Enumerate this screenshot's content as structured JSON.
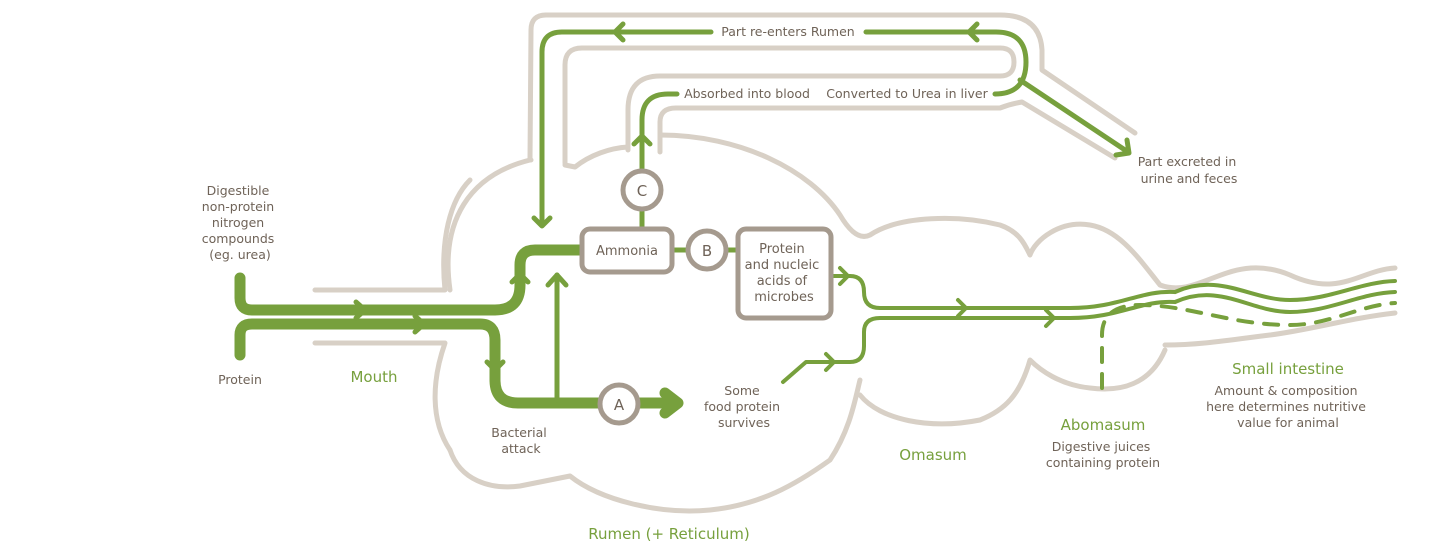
{
  "title": "Protein digestion in the ruminant",
  "colors": {
    "flow": "#77a03d",
    "outline": "#d8d0c6",
    "node_border": "#a59a8e",
    "text": "#6f6358",
    "organ_label": "#77a03d"
  },
  "inputs": {
    "npn": [
      "Digestible",
      "non-protein",
      "nitrogen",
      "compounds",
      "(eg. urea)"
    ],
    "protein": "Protein"
  },
  "organs": {
    "mouth": "Mouth",
    "rumen": "Rumen (+ Reticulum)",
    "omasum": "Omasum",
    "abomasum": "Abomasum",
    "abomasum_note": [
      "Digestive juices",
      "containing protein"
    ],
    "small_intestine": "Small intestine",
    "small_intestine_note": [
      "Amount & composition",
      "here determines nutritive",
      "value for animal"
    ]
  },
  "nodes": {
    "ammonia": "Ammonia",
    "microbial_protein": [
      "Protein",
      "and nucleic",
      "acids of",
      "microbes"
    ],
    "a": "A",
    "b": "B",
    "c": "C"
  },
  "labels": {
    "bacterial_attack": [
      "Bacterial",
      "attack"
    ],
    "survives": [
      "Some",
      "food protein",
      "survives"
    ],
    "re_enters": "Part re-enters Rumen",
    "absorbed": "Absorbed into blood",
    "converted": "Converted to Urea in liver",
    "excreted": [
      "Part excreted in",
      "urine and feces"
    ]
  }
}
